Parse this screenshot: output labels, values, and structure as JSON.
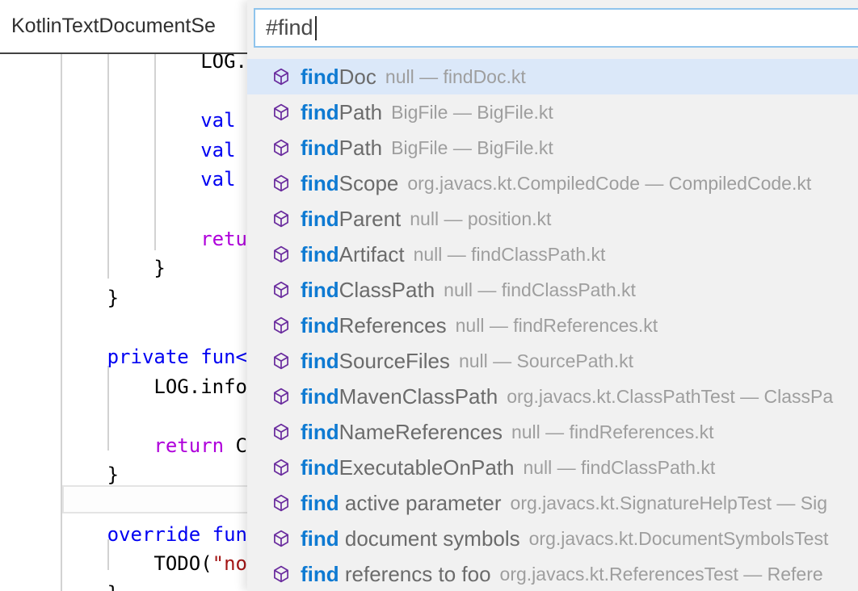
{
  "tab": {
    "title": "KotlinTextDocumentSe"
  },
  "quick_open": {
    "query": "#find",
    "results": [
      {
        "match": "find",
        "rest": "Doc",
        "detail": "null — findDoc.kt",
        "selected": true
      },
      {
        "match": "find",
        "rest": "Path",
        "detail": "BigFile — BigFile.kt",
        "selected": false
      },
      {
        "match": "find",
        "rest": "Path",
        "detail": "BigFile — BigFile.kt",
        "selected": false
      },
      {
        "match": "find",
        "rest": "Scope",
        "detail": "org.javacs.kt.CompiledCode — CompiledCode.kt",
        "selected": false
      },
      {
        "match": "find",
        "rest": "Parent",
        "detail": "null — position.kt",
        "selected": false
      },
      {
        "match": "find",
        "rest": "Artifact",
        "detail": "null — findClassPath.kt",
        "selected": false
      },
      {
        "match": "find",
        "rest": "ClassPath",
        "detail": "null — findClassPath.kt",
        "selected": false
      },
      {
        "match": "find",
        "rest": "References",
        "detail": "null — findReferences.kt",
        "selected": false
      },
      {
        "match": "find",
        "rest": "SourceFiles",
        "detail": "null — SourcePath.kt",
        "selected": false
      },
      {
        "match": "find",
        "rest": "MavenClassPath",
        "detail": "org.javacs.kt.ClassPathTest — ClassPa",
        "selected": false
      },
      {
        "match": "find",
        "rest": "NameReferences",
        "detail": "null — findReferences.kt",
        "selected": false
      },
      {
        "match": "find",
        "rest": "ExecutableOnPath",
        "detail": "null — findClassPath.kt",
        "selected": false
      },
      {
        "match": "find",
        "rest": " active parameter",
        "detail": "org.javacs.kt.SignatureHelpTest — Sig",
        "selected": false
      },
      {
        "match": "find",
        "rest": " document symbols",
        "detail": "org.javacs.kt.DocumentSymbolsTest",
        "selected": false
      },
      {
        "match": "find",
        "rest": " referencs to foo",
        "detail": "org.javacs.kt.ReferencesTest — Refere",
        "selected": false
      }
    ]
  },
  "code": {
    "lines": [
      {
        "segments": [
          {
            "type": "plain",
            "text": "                LOG."
          }
        ]
      },
      {
        "segments": []
      },
      {
        "segments": [
          {
            "type": "keyword",
            "text": "                val"
          }
        ]
      },
      {
        "segments": [
          {
            "type": "keyword",
            "text": "                val"
          },
          {
            "type": "plain",
            "text": " ("
          }
        ]
      },
      {
        "segments": [
          {
            "type": "keyword",
            "text": "                val"
          }
        ]
      },
      {
        "segments": []
      },
      {
        "segments": [
          {
            "type": "control",
            "text": "                retu"
          }
        ]
      },
      {
        "segments": [
          {
            "type": "plain",
            "text": "            }"
          }
        ]
      },
      {
        "segments": [
          {
            "type": "plain",
            "text": "        }"
          }
        ]
      },
      {
        "segments": []
      },
      {
        "segments": [
          {
            "type": "keyword",
            "text": "        private fun<"
          }
        ]
      },
      {
        "segments": [
          {
            "type": "plain",
            "text": "            LOG.info"
          }
        ]
      },
      {
        "segments": []
      },
      {
        "segments": [
          {
            "type": "control",
            "text": "            return"
          },
          {
            "type": "plain",
            "text": " C"
          }
        ]
      },
      {
        "segments": [
          {
            "type": "plain",
            "text": "        }"
          }
        ]
      },
      {
        "segments": []
      },
      {
        "segments": [
          {
            "type": "keyword",
            "text": "        override fun"
          }
        ]
      },
      {
        "segments": [
          {
            "type": "plain",
            "text": "            TODO("
          },
          {
            "type": "string",
            "text": "\"no"
          }
        ]
      },
      {
        "segments": [
          {
            "type": "plain",
            "text": "        }"
          }
        ]
      }
    ]
  },
  "colors": {
    "match_highlight_blue": "#0e7ad2",
    "selected_row_bg": "#dbe8f9",
    "panel_bg": "#f1f1f1",
    "input_border_blue": "#8fc4ec",
    "symbol_icon_purple": "#6a2c9e",
    "keyword_blue": "#0000f2",
    "control_purple": "#af00db",
    "string_red": "#a31515",
    "label_gray": "#6b6b6b",
    "detail_gray": "#9e9e9e"
  }
}
